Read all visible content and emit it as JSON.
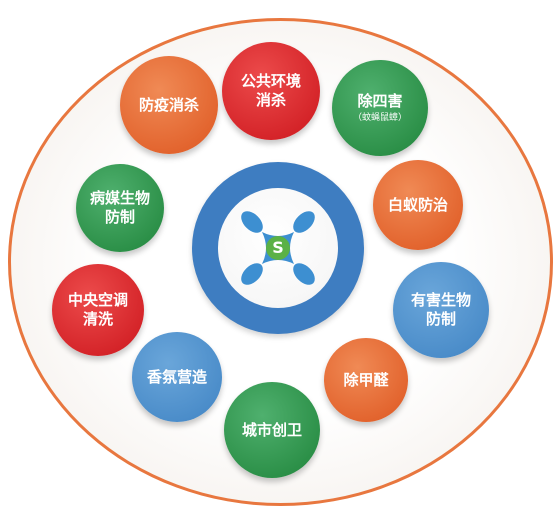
{
  "hub": {
    "logo_letter": "S",
    "logo_color": "#5bb146",
    "ring_color": "#3e7dc1",
    "petal_color": "#3d8fd1"
  },
  "outer_ring_color": "#e8773f",
  "services": [
    {
      "label": "防疫消杀",
      "sub": "",
      "color": "orange"
    },
    {
      "label": "公共环境\n消杀",
      "sub": "",
      "color": "red"
    },
    {
      "label": "除四害",
      "sub": "（蚊蝇鼠蟑）",
      "color": "green"
    },
    {
      "label": "白蚁防治",
      "sub": "",
      "color": "orange"
    },
    {
      "label": "有害生物\n防制",
      "sub": "",
      "color": "blue"
    },
    {
      "label": "除甲醛",
      "sub": "",
      "color": "orange"
    },
    {
      "label": "城市创卫",
      "sub": "",
      "color": "green"
    },
    {
      "label": "香氛营造",
      "sub": "",
      "color": "blue"
    },
    {
      "label": "中央空调\n清洗",
      "sub": "",
      "color": "red"
    },
    {
      "label": "病媒生物\n防制",
      "sub": "",
      "color": "green"
    }
  ]
}
